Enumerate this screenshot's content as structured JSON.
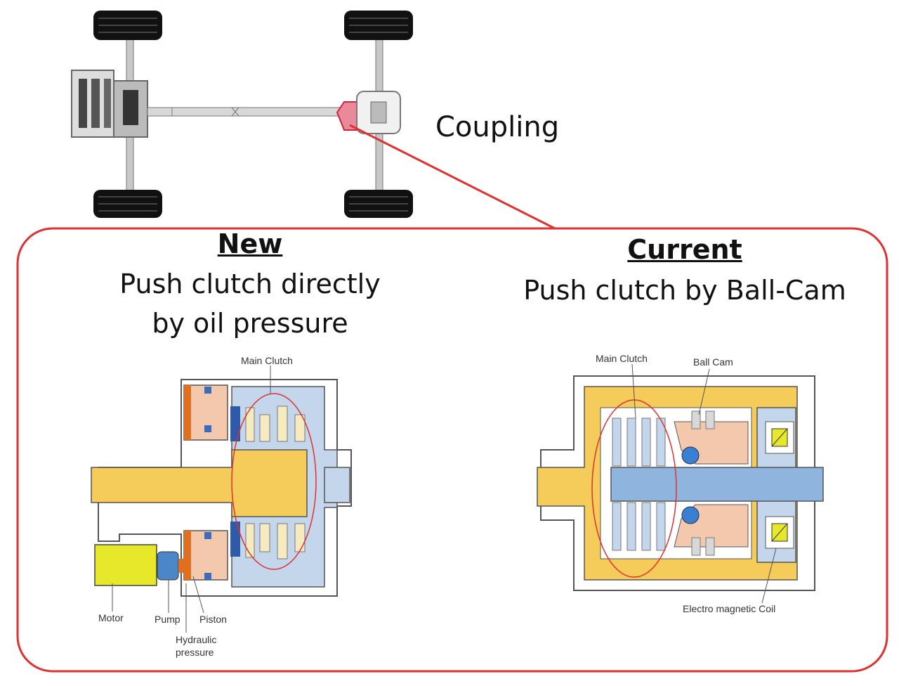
{
  "coupling_label": "Coupling",
  "new": {
    "heading": "New",
    "line1": "Push clutch directly",
    "line2": "by oil pressure",
    "labels": {
      "main_clutch": "Main Clutch",
      "motor": "Motor",
      "pump": "Pump",
      "piston": "Piston",
      "hydraulic_1": "Hydraulic",
      "hydraulic_2": "pressure"
    }
  },
  "current": {
    "heading": "Current",
    "line1": "Push clutch by Ball-Cam",
    "labels": {
      "main_clutch": "Main Clutch",
      "ball_cam": "Ball Cam",
      "coil": "Electro magnetic Coil"
    }
  },
  "colors": {
    "callout_red": "#e03030",
    "shaft_yellow": "#f5cc5a",
    "housing_blue": "#c3d6ec",
    "piston_pink": "#f4c8ac",
    "motor_yellow": "#e8e82a",
    "pump_blue": "#4a86c8",
    "orange": "#e07020"
  }
}
